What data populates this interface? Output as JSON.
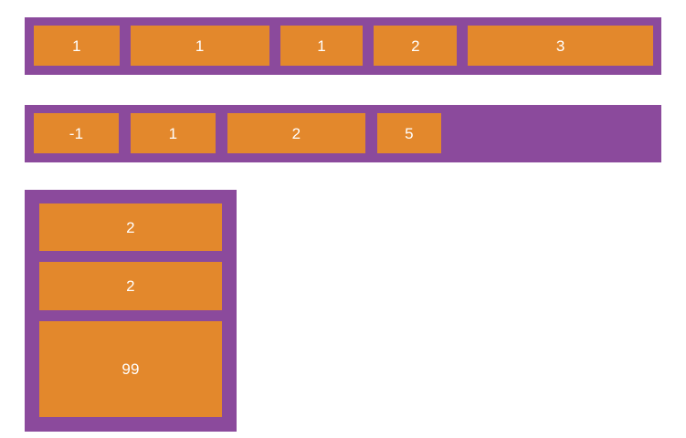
{
  "palette": {
    "container_fill": "#8b4a9c",
    "cell_fill": "#e3882c",
    "cell_text": "#ffffff",
    "page_background": "#ffffff"
  },
  "rows": [
    {
      "name": "row-one",
      "orientation": "horizontal",
      "cells": [
        {
          "value": "1"
        },
        {
          "value": "1"
        },
        {
          "value": "1"
        },
        {
          "value": "2"
        },
        {
          "value": "3"
        }
      ],
      "has_empty_space": false
    },
    {
      "name": "row-two",
      "orientation": "horizontal",
      "cells": [
        {
          "value": "-1"
        },
        {
          "value": "1"
        },
        {
          "value": "2"
        },
        {
          "value": "5"
        }
      ],
      "has_empty_space": true
    },
    {
      "name": "row-three",
      "orientation": "vertical",
      "cells": [
        {
          "value": "2"
        },
        {
          "value": "2"
        },
        {
          "value": "99"
        }
      ],
      "has_empty_space": false
    }
  ]
}
